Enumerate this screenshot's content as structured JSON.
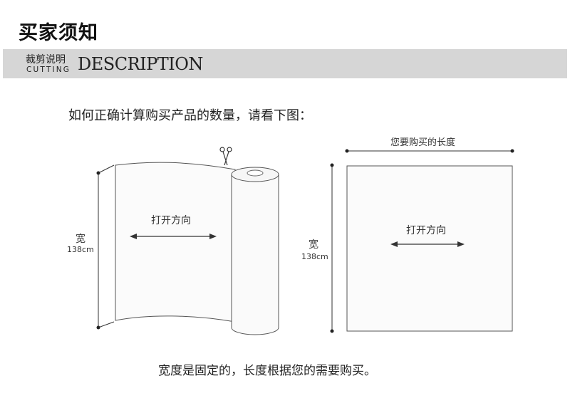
{
  "header": {
    "title": "买家须知",
    "banner_cn": "裁剪说明",
    "banner_en_small": "CUTTING",
    "banner_en_big": "DESCRIPTION"
  },
  "instructions": {
    "question": "如何正确计算购买产品的数量，请看下图：",
    "footer": "宽度是固定的，长度根据您的需要购买。"
  },
  "roll_diagram": {
    "width_label": "宽",
    "width_value": "138cm",
    "direction_label": "打开方向",
    "cut_icon": "scissors-icon"
  },
  "sheet_diagram": {
    "length_label": "您要购买的长度",
    "width_label": "宽",
    "width_value": "138cm",
    "direction_label": "打开方向"
  },
  "colors": {
    "banner_bg": "#d6d6d6",
    "line": "#333333",
    "fabric_stroke": "#555555"
  }
}
